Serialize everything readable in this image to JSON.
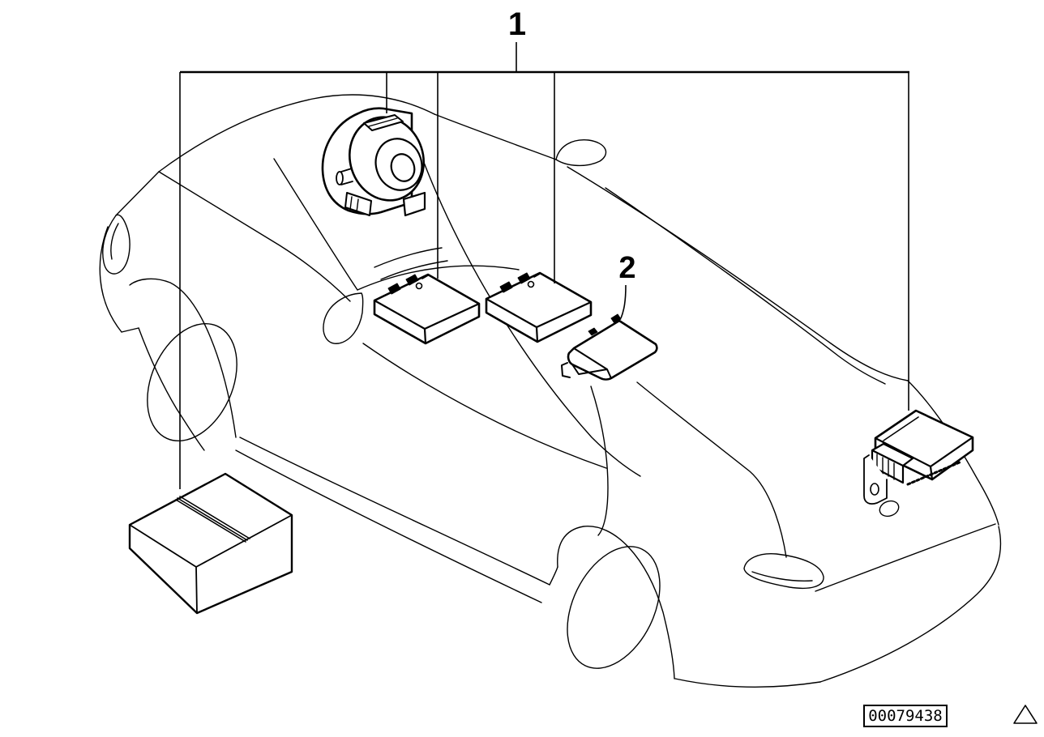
{
  "diagram": {
    "type": "vehicle-parts-installation-diagram",
    "vehicle": "sedan-line-drawing",
    "colors": {
      "line": "#000000",
      "background": "#ffffff"
    }
  },
  "callouts": [
    {
      "label": "1",
      "points_to": [
        "alarm-siren",
        "relay-module-a",
        "relay-module-b",
        "trunk-control-unit",
        "installation-kit-box"
      ]
    },
    {
      "label": "2",
      "points_to": [
        "tilt-movement-sensor"
      ]
    }
  ],
  "components": [
    {
      "id": "alarm-siren"
    },
    {
      "id": "relay-module-a"
    },
    {
      "id": "relay-module-b"
    },
    {
      "id": "tilt-movement-sensor"
    },
    {
      "id": "trunk-control-unit"
    },
    {
      "id": "installation-kit-box"
    }
  ],
  "footer": {
    "image_number": "00079438",
    "warning_triangle_icon": "triangle-outline"
  }
}
